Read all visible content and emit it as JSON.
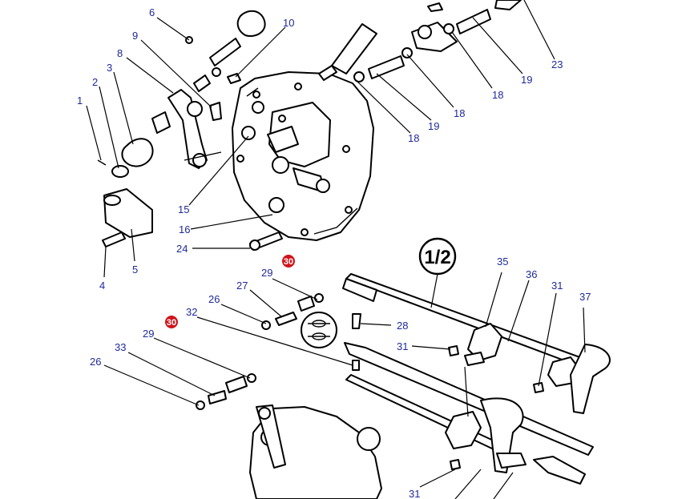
{
  "diagram": {
    "badge_text": "1/2",
    "labels": {
      "l1": "1",
      "l2": "2",
      "l3": "3",
      "l4": "4",
      "l5": "5",
      "l6": "6",
      "l8": "8",
      "l9": "9",
      "l10": "10",
      "l15": "15",
      "l16": "16",
      "l18a": "18",
      "l18b": "18",
      "l18c": "18",
      "l19a": "19",
      "l19b": "19",
      "l23": "23",
      "l24": "24",
      "l26a": "26",
      "l26b": "26",
      "l27": "27",
      "l28": "28",
      "l29a": "29",
      "l29b": "29",
      "l30a": "30",
      "l30b": "30",
      "l31a": "31",
      "l31b": "31",
      "l31c": "31",
      "l32": "32",
      "l33": "33",
      "l35": "35",
      "l36": "36",
      "l37": "37"
    },
    "colors": {
      "label": "#1f2a9c",
      "highlight": "#d0141b",
      "line": "#000000"
    }
  }
}
